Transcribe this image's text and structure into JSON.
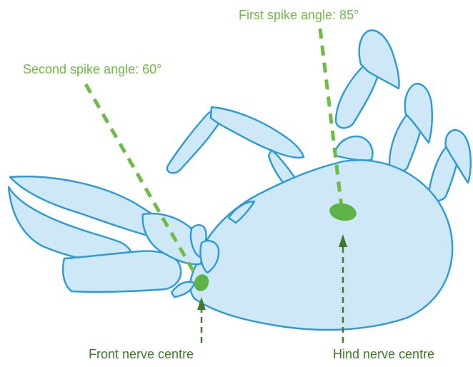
{
  "labels": {
    "first_spike": "First spike angle: 85°",
    "second_spike": "Second spike angle: 60°",
    "front_nerve": "Front nerve centre",
    "hind_nerve": "Hind nerve centre"
  },
  "colors": {
    "body_fill": "#cfe8f7",
    "body_outline": "#2b9ad8",
    "spike_line": "#6cbd45",
    "nerve_centre": "#5db347",
    "nerve_arrow": "#3e7a2a"
  }
}
